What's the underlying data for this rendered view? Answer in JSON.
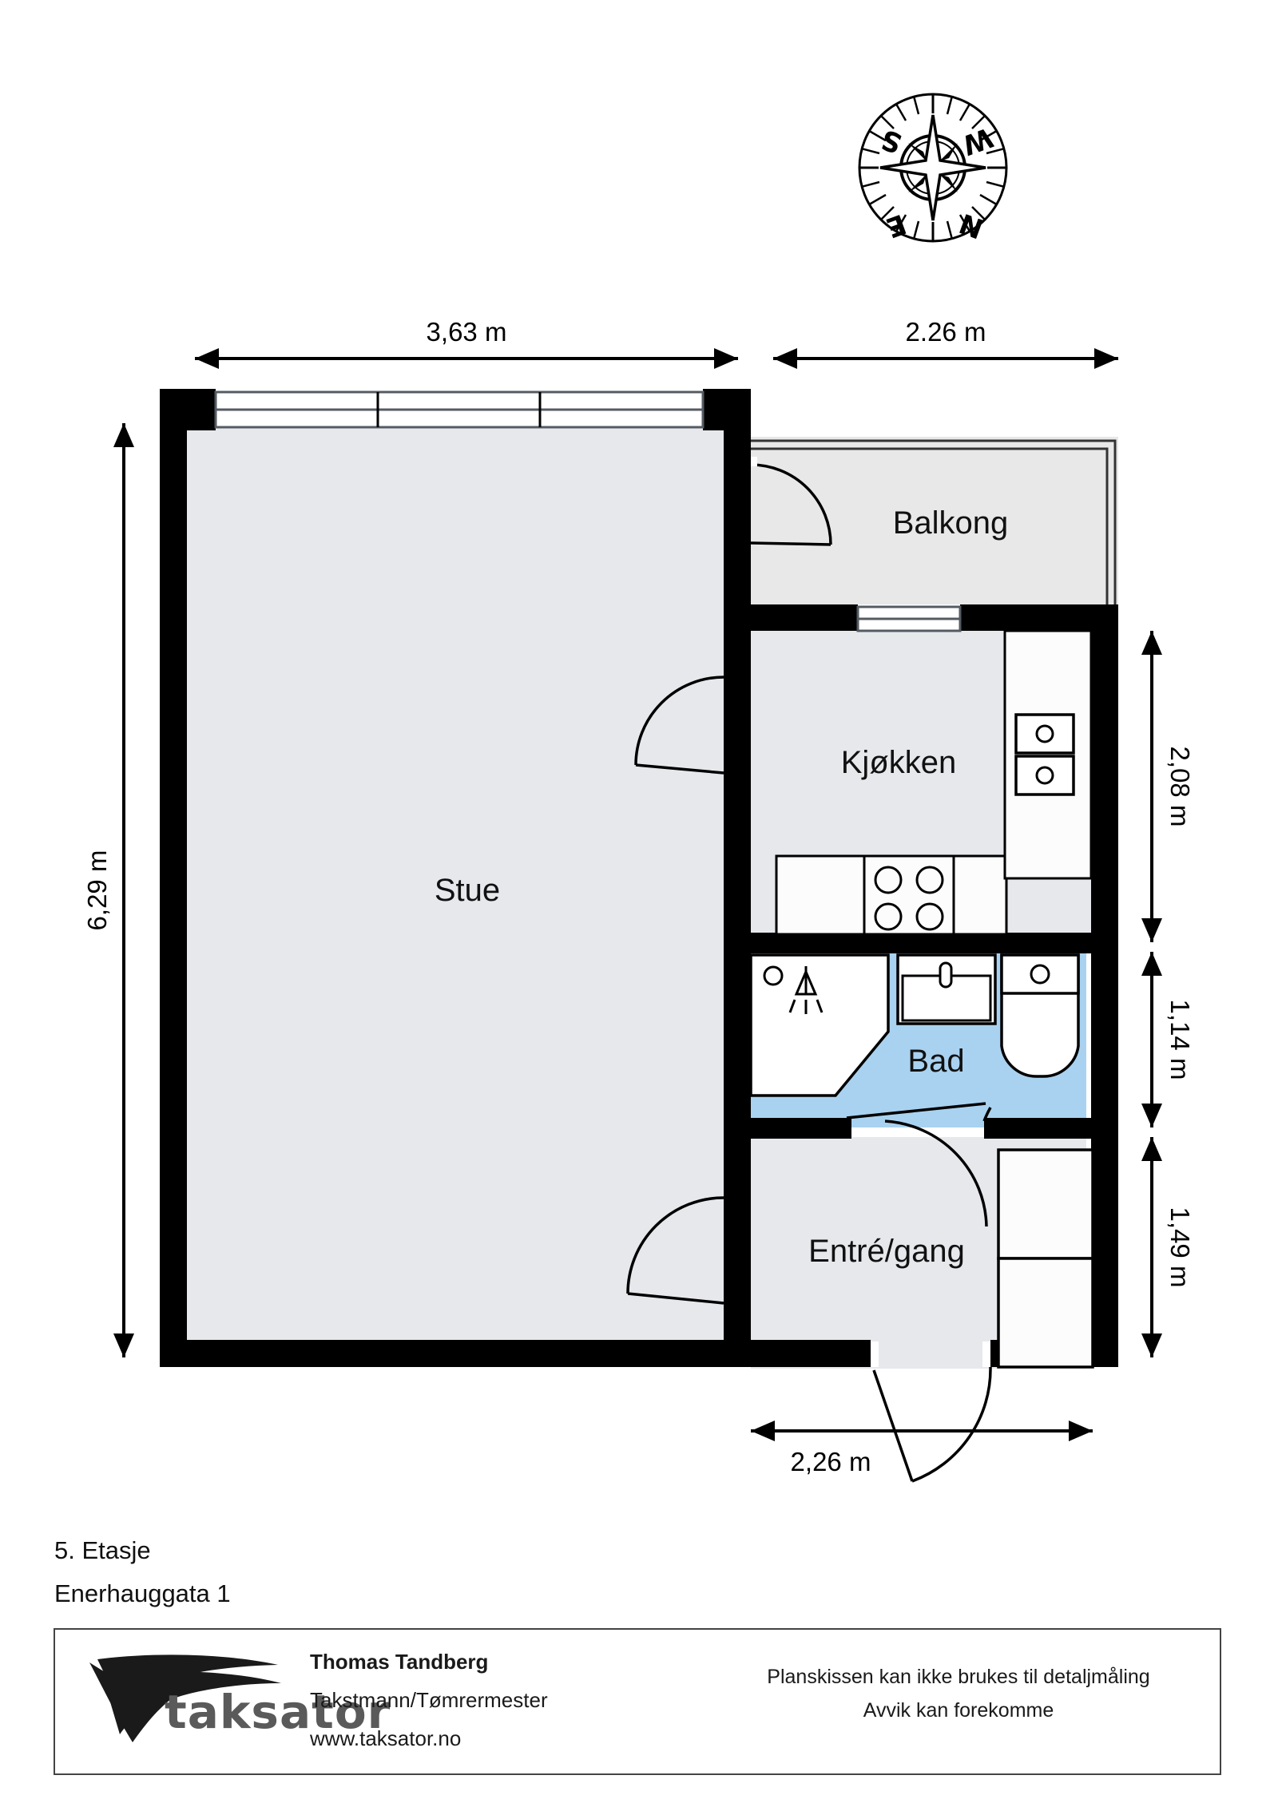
{
  "document": {
    "type": "floor-plan",
    "floor_caption": "5. Etasje",
    "address_caption": "Enerhauggata 1"
  },
  "compass": {
    "name": "compass-rose",
    "labels": {
      "top_left": "S",
      "top_right": "W",
      "bottom_left": "E",
      "bottom_right": "N"
    }
  },
  "rooms": [
    {
      "key": "stue",
      "label": "Stue",
      "fill": "#e6e8ec"
    },
    {
      "key": "balkong",
      "label": "Balkong",
      "fill": "#e8e8e8"
    },
    {
      "key": "kjokken",
      "label": "Kjøkken",
      "fill": "#e6e8ec"
    },
    {
      "key": "bad",
      "label": "Bad",
      "fill": "#a9d2f0"
    },
    {
      "key": "entre",
      "label": "Entré/gang",
      "fill": "#e6e8ec"
    }
  ],
  "dimensions": {
    "top_left": "3,63 m",
    "top_right": "2.26 m",
    "left": "6,29 m",
    "right_upper": "2,08 m",
    "right_middle": "1,14 m",
    "right_lower": "1,49 m",
    "bottom": "2,26 m"
  },
  "fixtures": {
    "kitchen_stove": "stove-four-burner",
    "kitchen_sink": "double-basin-sink",
    "bath_shower": "shower-corner",
    "bath_vanity": "sink-vanity",
    "bath_toilet": "toilet",
    "entry_closets": "wardrobe-units",
    "living_windows": "window-three-pane",
    "balcony_window": "window-two-pane"
  },
  "footer": {
    "logo_word": "taksator",
    "contact_name": "Thomas Tandberg",
    "contact_title": "Takstmann/Tømrermester",
    "contact_web": "www.taksator.no",
    "disclaimer_line1": "Planskissen kan ikke brukes til detaljmåling",
    "disclaimer_line2": "Avvik kan forekomme"
  },
  "colors": {
    "wall": "#000000",
    "room_fill": "#e6e8ec",
    "bath_fill": "#a9d2f0",
    "balcony_fill": "#e8e8e8",
    "logo_gray": "#5a5a5a"
  }
}
